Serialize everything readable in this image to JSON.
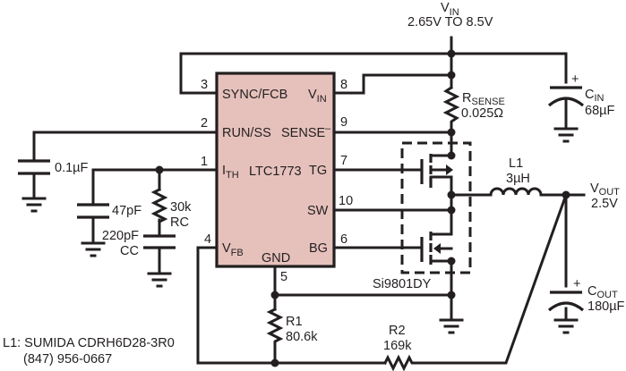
{
  "diagram": {
    "type": "circuit-schematic",
    "vin": {
      "name": "V",
      "sub": "IN",
      "range": "2.65V TO 8.5V"
    },
    "vout": {
      "name": "V",
      "sub": "OUT",
      "value": "2.5V"
    },
    "ic": {
      "part": "LTC1773",
      "fill_color": "#e6c1bc",
      "pins": [
        {
          "num": "3",
          "name": "SYNC/FCB",
          "side": "left"
        },
        {
          "num": "2",
          "name": "RUN/SS",
          "side": "left"
        },
        {
          "num": "1",
          "name": "I",
          "sub": "TH",
          "side": "left"
        },
        {
          "num": "4",
          "name": "V",
          "sub": "FB",
          "side": "left"
        },
        {
          "num": "8",
          "name": "V",
          "sub": "IN",
          "side": "right"
        },
        {
          "num": "9",
          "name": "SENSE",
          "sup": "–",
          "side": "right"
        },
        {
          "num": "7",
          "name": "TG",
          "side": "right"
        },
        {
          "num": "10",
          "name": "SW",
          "side": "right"
        },
        {
          "num": "6",
          "name": "BG",
          "side": "right"
        },
        {
          "num": "5",
          "name": "GND",
          "side": "bottom"
        }
      ]
    },
    "components": {
      "rsense": {
        "name": "R",
        "sub": "SENSE",
        "value": "0.025Ω"
      },
      "cin": {
        "name": "C",
        "sub": "IN",
        "value": "68µF",
        "polarity": "+"
      },
      "cout": {
        "name": "C",
        "sub": "OUT",
        "value": "180µF",
        "polarity": "+"
      },
      "l1": {
        "name": "L1",
        "value": "3µH"
      },
      "mosfet": {
        "name": "Si9801DY"
      },
      "css": {
        "value": "0.1µF"
      },
      "c47": {
        "value": "47pF"
      },
      "rc": {
        "value": "30k",
        "name": "RC"
      },
      "cc": {
        "value": "220pF",
        "name": "CC"
      },
      "r1": {
        "name": "R1",
        "value": "80.6k"
      },
      "r2": {
        "name": "R2",
        "value": "169k"
      }
    },
    "note": {
      "line1": "L1: SUMIDA CDRH6D28-3R0",
      "line2": "(847) 956-0667"
    }
  }
}
